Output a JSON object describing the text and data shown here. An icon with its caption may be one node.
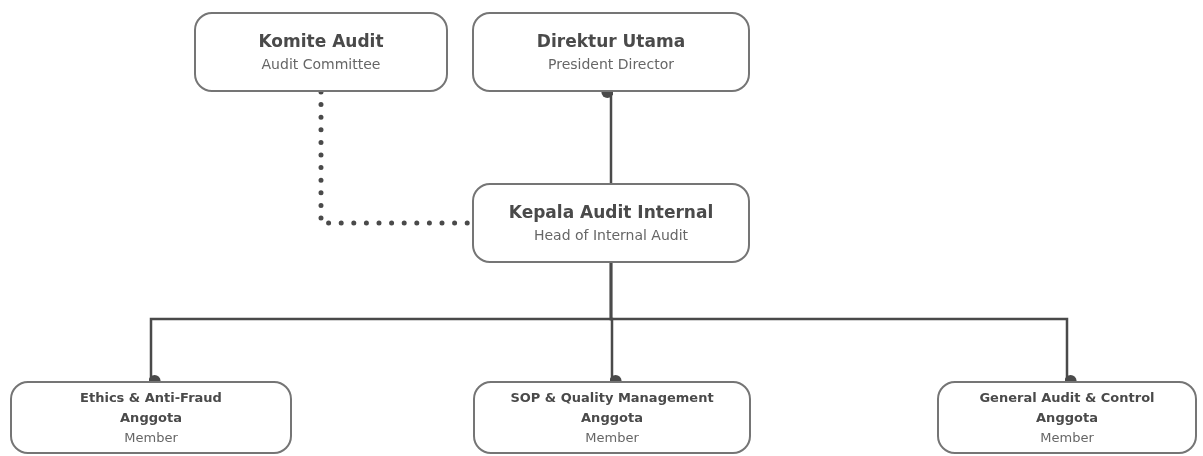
{
  "diagram": {
    "nodes": [
      {
        "text": [
          "Komite Audit",
          "Audit Committee"
        ]
      },
      {
        "text": [
          "Direktur Utama",
          "President Director"
        ]
      },
      {
        "text": [
          "Kepala Audit Internal",
          "Head of Internal Audit"
        ]
      },
      {
        "text": [
          "Ethics & Anti-Fraud",
          "Anggota",
          "Member"
        ]
      },
      {
        "text": [
          "SOP & Quality Management",
          "Anggota",
          "Member"
        ]
      },
      {
        "text": [
          "General Audit & Control",
          "Anggota",
          "Member"
        ]
      }
    ],
    "edges": [
      {
        "from": 0,
        "to": 2,
        "arrow": "none",
        "style": "dashed"
      },
      {
        "from": 2,
        "to": 1,
        "arrow": "other"
      },
      {
        "from": 2,
        "to": 3,
        "arrow": "other"
      },
      {
        "from": 2,
        "to": 4,
        "arrow": "other"
      },
      {
        "from": 2,
        "to": 5,
        "arrow": "other"
      }
    ]
  }
}
